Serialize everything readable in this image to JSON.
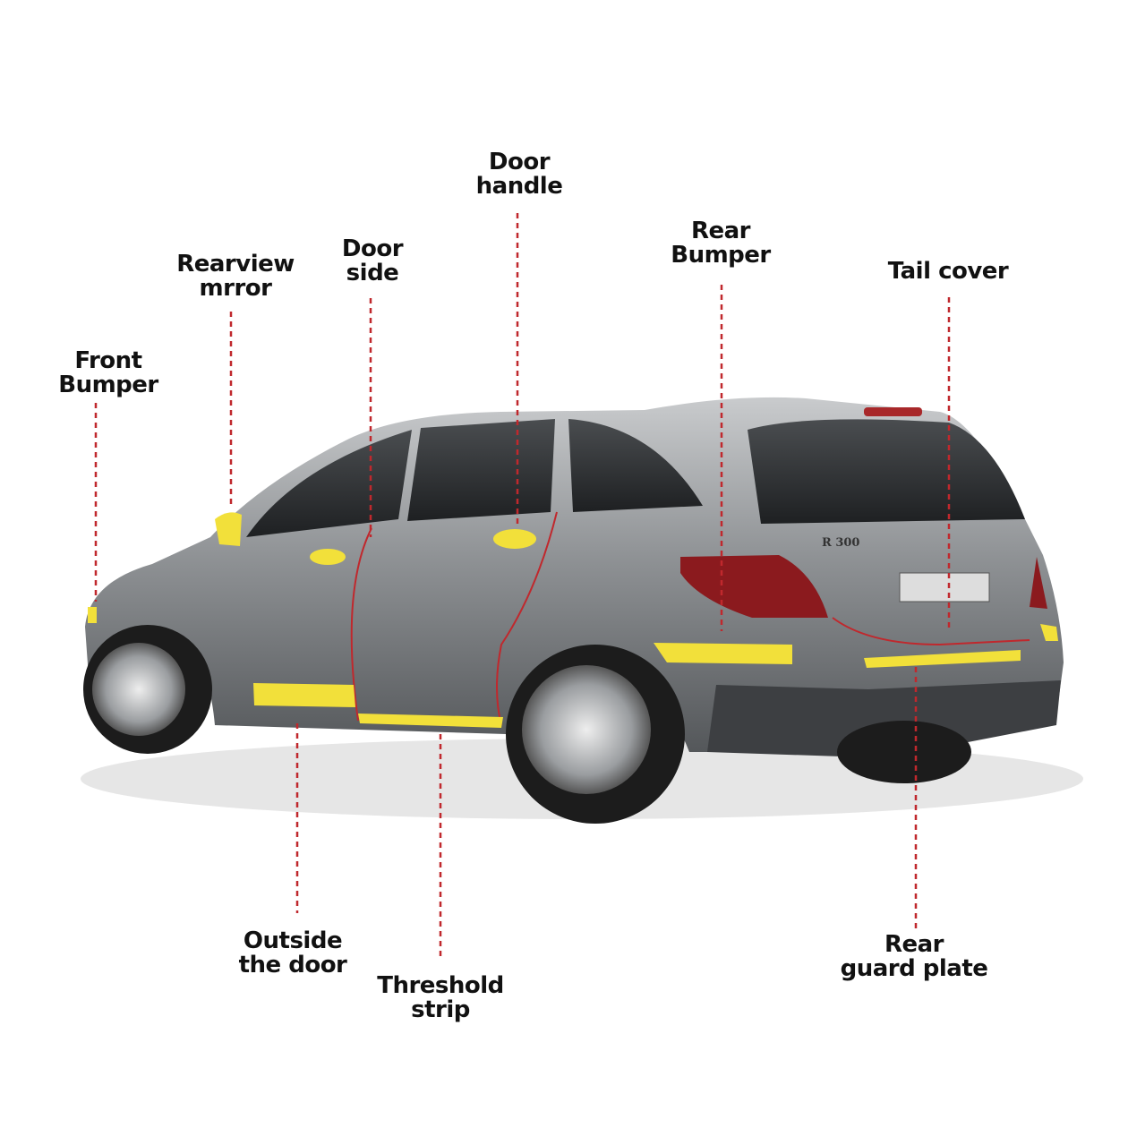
{
  "labels": {
    "front_bumper": [
      "Front",
      "Bumper"
    ],
    "rearview_mirror": [
      "Rearview",
      "mrror"
    ],
    "door_side": [
      "Door",
      "side"
    ],
    "door_handle": [
      "Door",
      "handle"
    ],
    "rear_bumper": [
      "Rear",
      "Bumper"
    ],
    "tail_cover": [
      "Tail cover"
    ],
    "outside_door": [
      "Outside",
      "the door"
    ],
    "threshold_strip": [
      "Threshold",
      "strip"
    ],
    "rear_guard_plate": [
      "Rear",
      "guard plate"
    ]
  },
  "car_badge": "R 300",
  "colors": {
    "leader_line": "#c0282d",
    "protection_strip": "#f2e03a",
    "body": "#8a8d90"
  }
}
